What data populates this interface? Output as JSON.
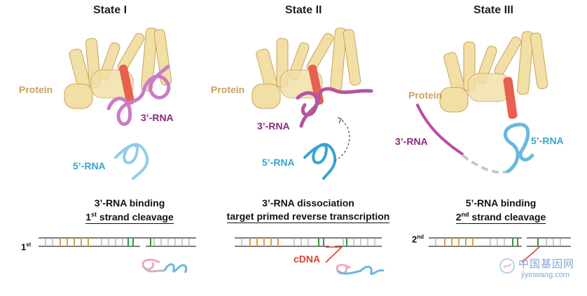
{
  "states": [
    {
      "title": "State I",
      "protein_label": "Protein",
      "rna3_label": "3’-RNA",
      "rna5_label": "5’-RNA",
      "caption_line1": "3’-RNA binding",
      "caption_line2_pre": "1",
      "caption_line2_sup": "st",
      "caption_line2_post": " strand cleavage",
      "strand_label": "1",
      "strand_sup": "st"
    },
    {
      "title": "State II",
      "protein_label": "Protein",
      "rna3_label": "3’-RNA",
      "rna5_label": "5’-RNA",
      "caption_line1": "3’-RNA dissociation",
      "caption_line2": "target primed reverse transcription",
      "cdna_label": "cDNA"
    },
    {
      "title": "State III",
      "protein_label": "Protein",
      "rna3_label": "3’-RNA",
      "rna5_label": "5’-RNA",
      "caption_line1": "5’-RNA binding",
      "caption_line2_pre": "2",
      "caption_line2_sup": "nd",
      "caption_line2_post": " strand cleavage",
      "strand_label": "2",
      "strand_sup": "nd"
    }
  ],
  "watermark": {
    "cn": "中国基因网",
    "en": "jiyinwang.com"
  },
  "colors": {
    "protein": "#c9a25a",
    "rna3": "#8a2a7e",
    "rna5": "#3aa3cf",
    "helix": "#e8604f",
    "cdna": "#e23c2c",
    "orange_tick": "#e89a3c",
    "green_tick": "#2f9a3f"
  }
}
